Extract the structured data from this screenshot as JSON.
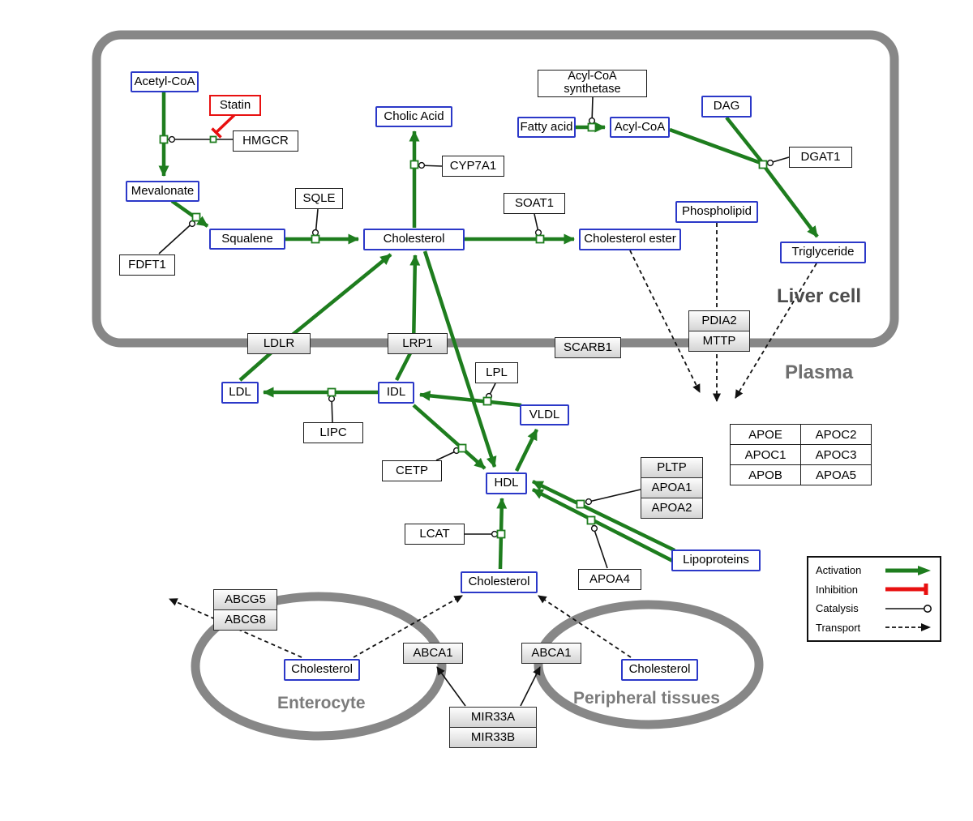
{
  "regions": {
    "liver": "Liver cell",
    "plasma": "Plasma",
    "enterocyte": "Enterocyte",
    "peripheral": "Peripheral tissues"
  },
  "nodes": {
    "acetyl_coa": {
      "label": "Acetyl-CoA",
      "type": "metabolite"
    },
    "statin": {
      "label": "Statin",
      "type": "drug"
    },
    "hmgcr": {
      "label": "HMGCR",
      "type": "enzyme"
    },
    "mevalonate": {
      "label": "Mevalonate",
      "type": "metabolite"
    },
    "fdft1": {
      "label": "FDFT1",
      "type": "enzyme"
    },
    "squalene": {
      "label": "Squalene",
      "type": "metabolite"
    },
    "sqle": {
      "label": "SQLE",
      "type": "enzyme"
    },
    "cholic_acid": {
      "label": "Cholic Acid",
      "type": "metabolite"
    },
    "cyp7a1": {
      "label": "CYP7A1",
      "type": "enzyme"
    },
    "cholesterol_liver": {
      "label": "Cholesterol",
      "type": "metabolite"
    },
    "soat1": {
      "label": "SOAT1",
      "type": "enzyme"
    },
    "cholesterol_ester": {
      "label": "Cholesterol ester",
      "type": "metabolite"
    },
    "acyl_coa_synthetase": {
      "label": "Acyl-CoA synthetase",
      "type": "enzyme"
    },
    "fatty_acid": {
      "label": "Fatty acid",
      "type": "metabolite"
    },
    "acyl_coa": {
      "label": "Acyl-CoA",
      "type": "metabolite"
    },
    "dag": {
      "label": "DAG",
      "type": "metabolite"
    },
    "dgat1": {
      "label": "DGAT1",
      "type": "enzyme"
    },
    "phospholipid": {
      "label": "Phospholipid",
      "type": "metabolite"
    },
    "triglyceride": {
      "label": "Triglyceride",
      "type": "metabolite"
    },
    "ldlr": {
      "label": "LDLR",
      "type": "transporter"
    },
    "lrp1": {
      "label": "LRP1",
      "type": "transporter"
    },
    "scarb1": {
      "label": "SCARB1",
      "type": "transporter"
    },
    "pdia2": {
      "label": "PDIA2",
      "type": "transporter"
    },
    "mttp": {
      "label": "MTTP",
      "type": "transporter"
    },
    "ldl": {
      "label": "LDL",
      "type": "metabolite"
    },
    "idl": {
      "label": "IDL",
      "type": "metabolite"
    },
    "lipc": {
      "label": "LIPC",
      "type": "enzyme"
    },
    "lpl": {
      "label": "LPL",
      "type": "enzyme"
    },
    "vldl": {
      "label": "VLDL",
      "type": "metabolite"
    },
    "cetp": {
      "label": "CETP",
      "type": "enzyme"
    },
    "hdl": {
      "label": "HDL",
      "type": "metabolite"
    },
    "lcat": {
      "label": "LCAT",
      "type": "enzyme"
    },
    "pltp": {
      "label": "PLTP",
      "type": "enzyme"
    },
    "apoa1": {
      "label": "APOA1",
      "type": "enzyme"
    },
    "apoa2": {
      "label": "APOA2",
      "type": "enzyme"
    },
    "apoa4": {
      "label": "APOA4",
      "type": "enzyme"
    },
    "lipoproteins": {
      "label": "Lipoproteins",
      "type": "metabolite"
    },
    "cholesterol_plasma": {
      "label": "Cholesterol",
      "type": "metabolite"
    },
    "abcg5": {
      "label": "ABCG5",
      "type": "transporter"
    },
    "abcg8": {
      "label": "ABCG8",
      "type": "transporter"
    },
    "cholesterol_enterocyte": {
      "label": "Cholesterol",
      "type": "metabolite"
    },
    "abca1_enterocyte": {
      "label": "ABCA1",
      "type": "transporter"
    },
    "abca1_peripheral": {
      "label": "ABCA1",
      "type": "transporter"
    },
    "cholesterol_peripheral": {
      "label": "Cholesterol",
      "type": "metabolite"
    },
    "mir33a": {
      "label": "MIR33A",
      "type": "transporter"
    },
    "mir33b": {
      "label": "MIR33B",
      "type": "transporter"
    }
  },
  "apo_table": {
    "rows": [
      [
        "APOE",
        "APOC2"
      ],
      [
        "APOC1",
        "APOC3"
      ],
      [
        "APOB",
        "APOA5"
      ]
    ]
  },
  "legend": {
    "items": [
      {
        "label": "Activation",
        "type": "activation"
      },
      {
        "label": "Inhibition",
        "type": "inhibition"
      },
      {
        "label": "Catalysis",
        "type": "catalysis"
      },
      {
        "label": "Transport",
        "type": "transport"
      }
    ]
  },
  "colors": {
    "metabolite_border": "#2b38c8",
    "enzyme_border": "#1a1a1a",
    "drug_border": "#e81010",
    "activation": "#1e7d1e",
    "inhibition": "#e81010",
    "transport": "#111111",
    "membrane": "#878787"
  }
}
